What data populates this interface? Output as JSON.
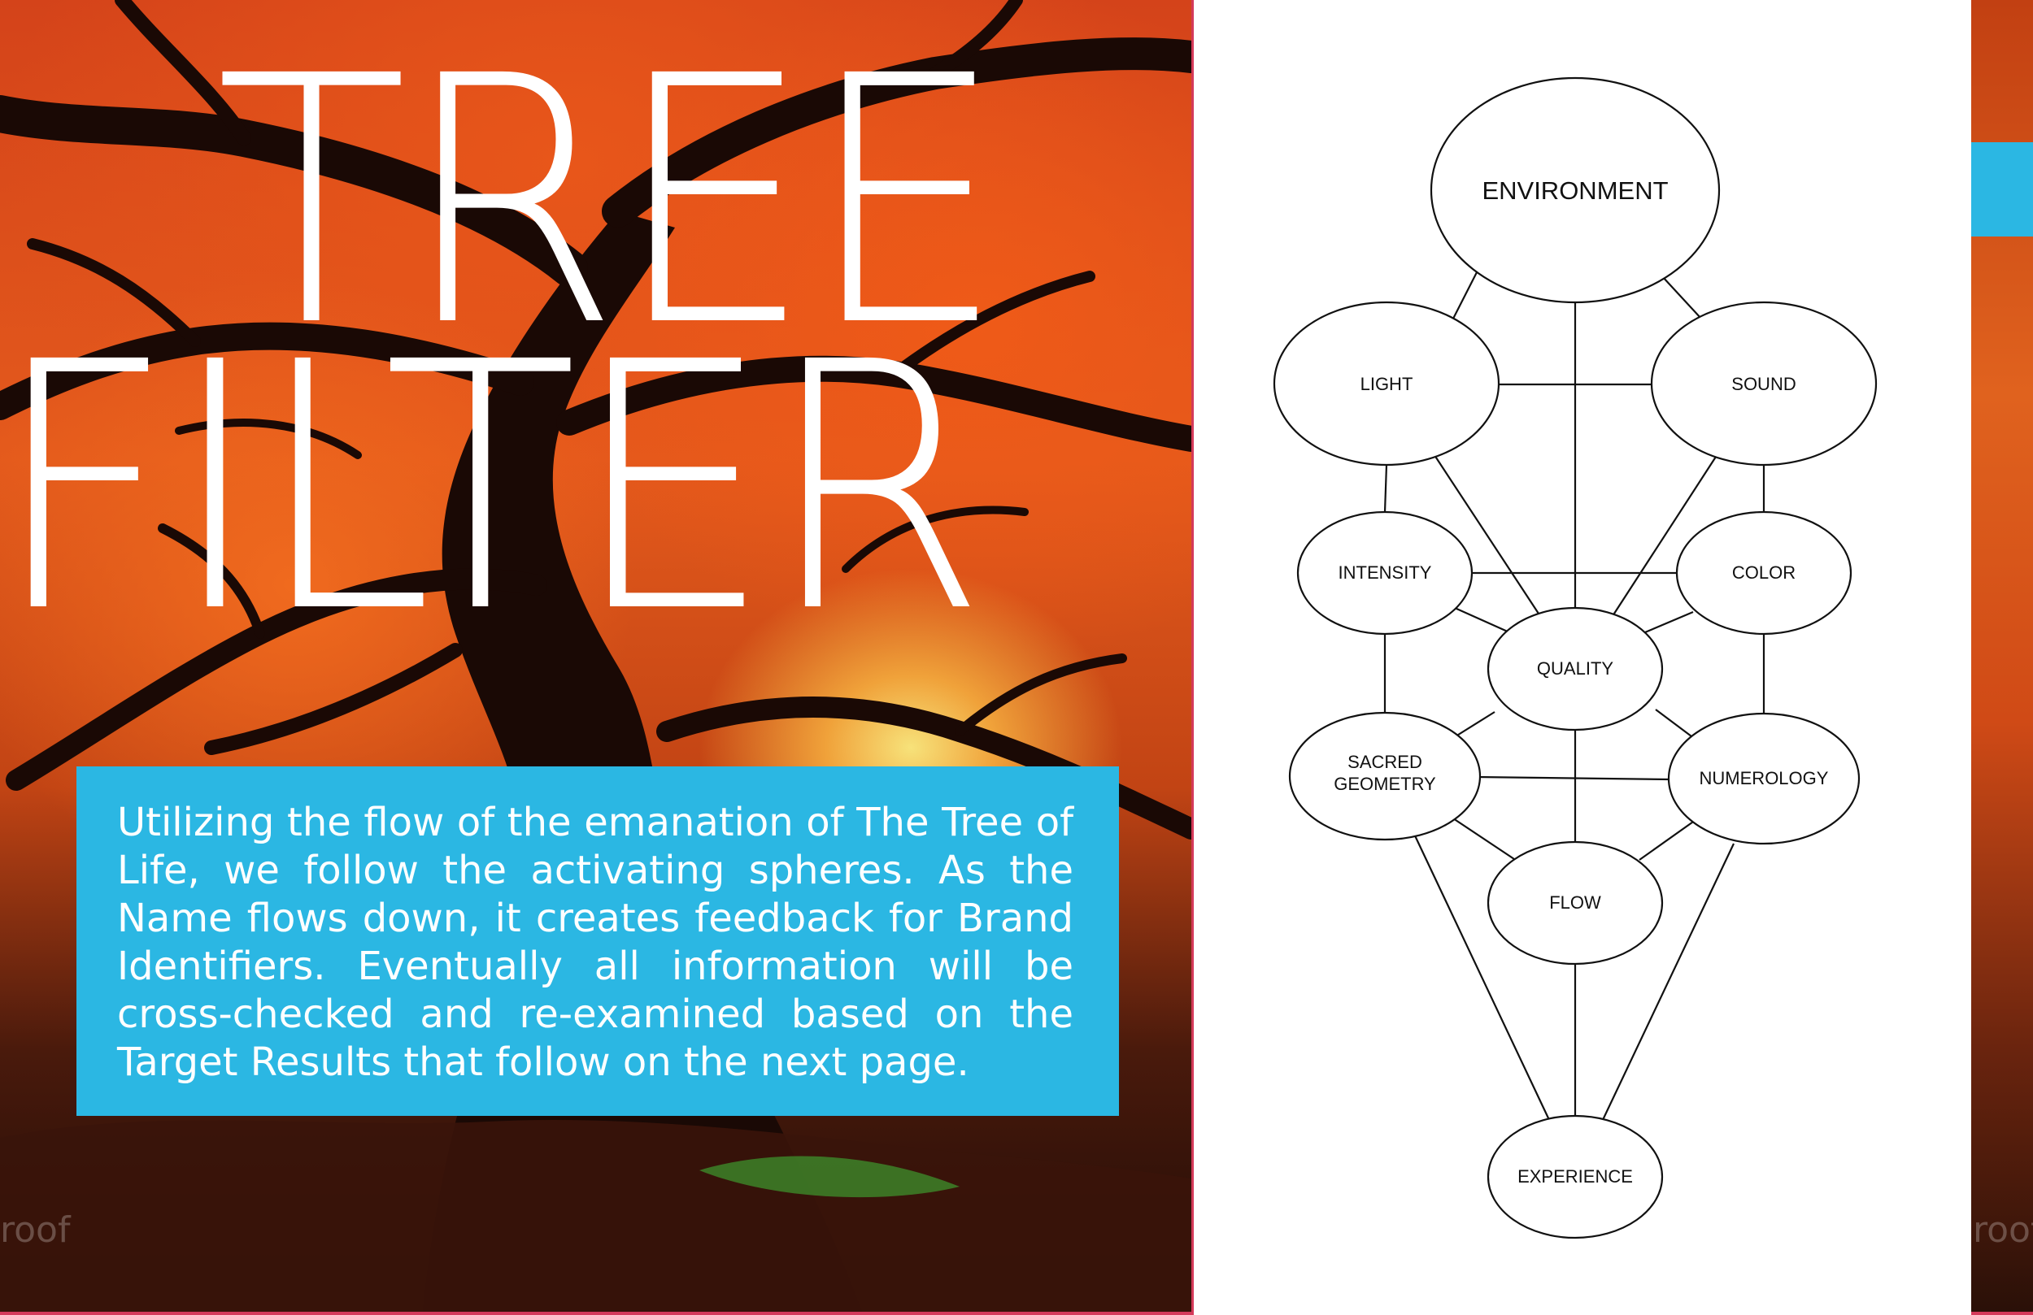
{
  "title": {
    "line1": "TREE",
    "line2": "FILTER"
  },
  "caption": "Utilizing the flow of the emanation of The Tree of Life, we follow the activating spheres.  As the Name flows down, it creates feedback for Brand Identifiers. Eventually all information will be cross-checked and re-examined based on the Target Results that follow on the next page.",
  "watermark_left": "roof",
  "watermark_right": "roof",
  "diagram": {
    "nodes": {
      "environment": "ENVIRONMENT",
      "light": "LIGHT",
      "sound": "SOUND",
      "intensity": "INTENSITY",
      "color": "COLOR",
      "quality": "QUALITY",
      "sacred_line1": "SACRED",
      "sacred_line2": "GEOMETRY",
      "numerology": "NUMEROLOGY",
      "flow": "FLOW",
      "experience": "EXPERIENCE"
    }
  },
  "colors": {
    "accent_blue": "#2bb7e3",
    "frame_pink": "#d43a5a",
    "foliage_orange": "#e45a1c"
  }
}
